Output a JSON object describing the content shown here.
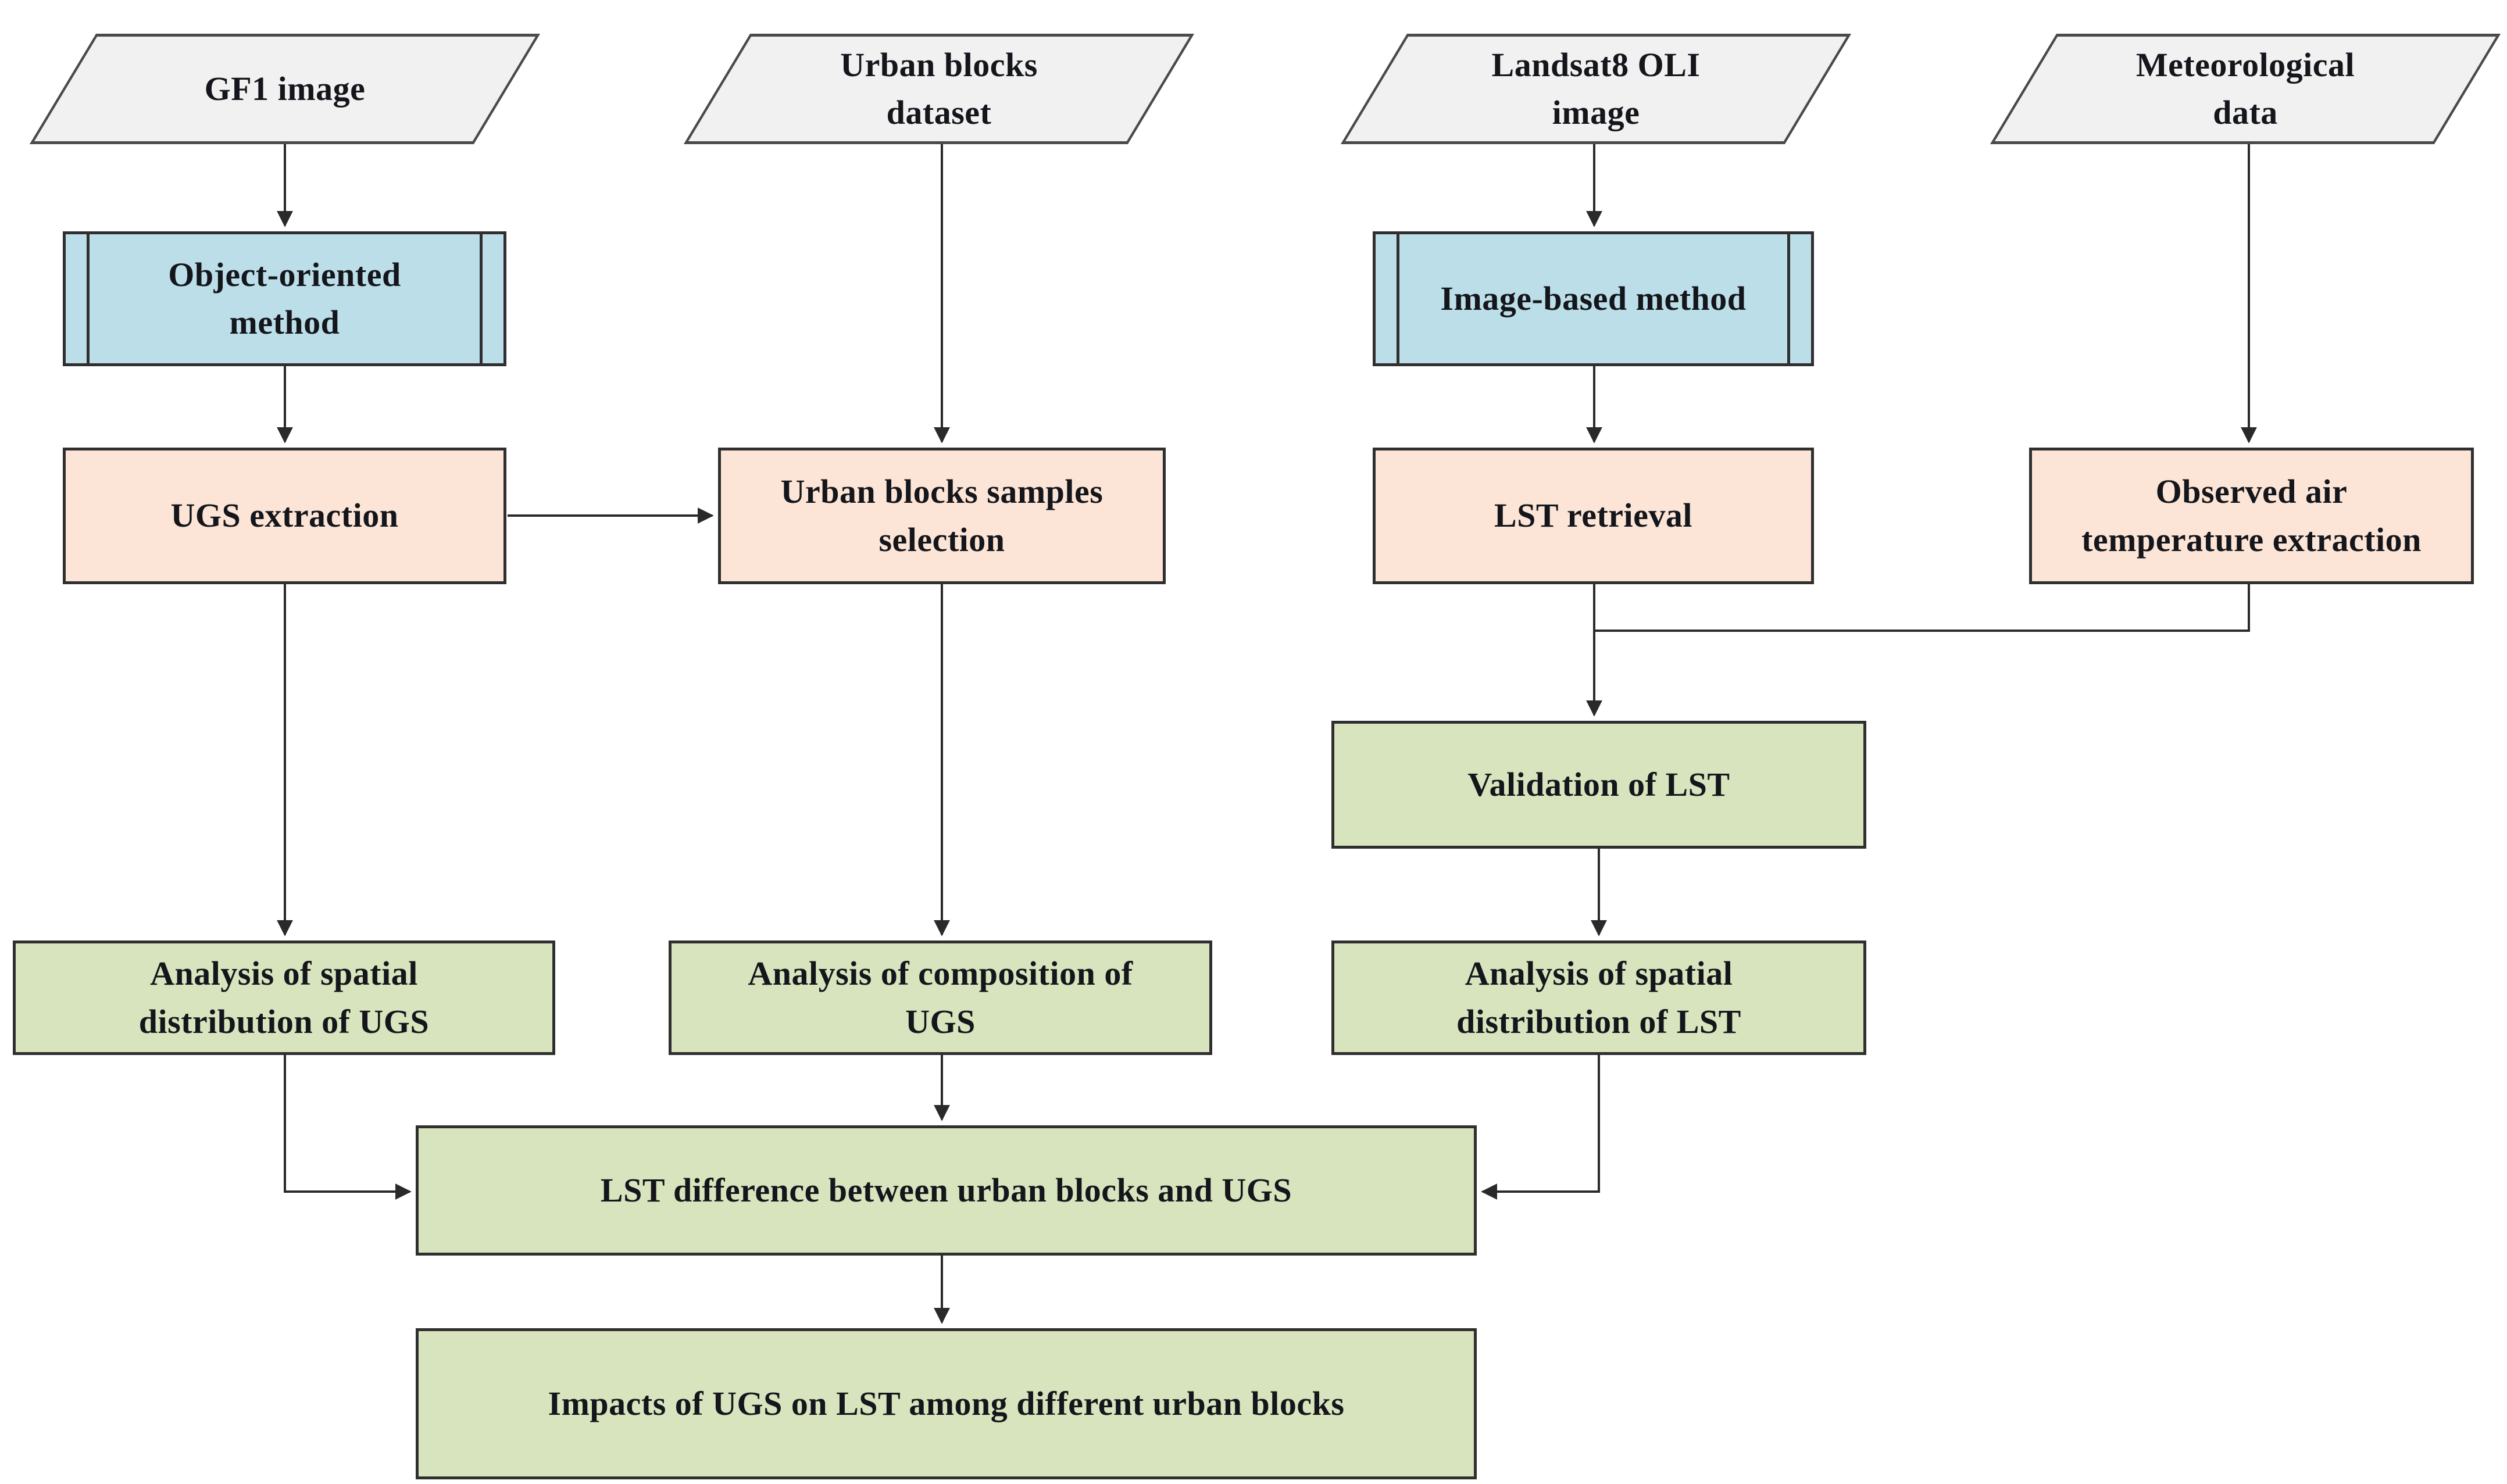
{
  "figure": {
    "type": "flowchart",
    "description": "Research workflow: UGS extraction and LST retrieval combined to analyze LST differences among urban blocks"
  },
  "colors": {
    "input_fill": "#f1f1f1",
    "predefined_process_fill": "#bcdee8",
    "process_fill": "#fce5d6",
    "analysis_fill": "#d8e4bd",
    "box_border": "#2f2f2f",
    "parallelogram_border": "#4a4a4a",
    "arrow": "#2a2a2a",
    "text": "#14161c"
  },
  "nodes": {
    "gf1_image": {
      "shape": "parallelogram",
      "lines": [
        "GF1 image"
      ]
    },
    "urban_blocks_dataset": {
      "shape": "parallelogram",
      "lines": [
        "Urban blocks",
        "dataset"
      ]
    },
    "landsat8_oli_image": {
      "shape": "parallelogram",
      "lines": [
        "Landsat8 OLI",
        "image"
      ]
    },
    "meteorological_data": {
      "shape": "parallelogram",
      "lines": [
        "Meteorological",
        "data"
      ]
    },
    "object_oriented_method": {
      "shape": "predefined-process",
      "lines": [
        "Object-oriented",
        "method"
      ]
    },
    "image_based_method": {
      "shape": "predefined-process",
      "lines": [
        "Image-based method"
      ]
    },
    "ugs_extraction": {
      "shape": "process",
      "lines": [
        "UGS extraction"
      ]
    },
    "urban_blocks_samples_selection": {
      "shape": "process",
      "lines": [
        "Urban blocks samples",
        "selection"
      ]
    },
    "lst_retrieval": {
      "shape": "process",
      "lines": [
        "LST retrieval"
      ]
    },
    "observed_air_temperature_extraction": {
      "shape": "process",
      "lines": [
        "Observed air",
        "temperature extraction"
      ]
    },
    "validation_of_lst": {
      "shape": "analysis",
      "lines": [
        "Validation of LST"
      ]
    },
    "analysis_spatial_ugs": {
      "shape": "analysis",
      "lines": [
        "Analysis of spatial",
        "distribution of UGS"
      ]
    },
    "analysis_composition_ugs": {
      "shape": "analysis",
      "lines": [
        "Analysis of composition of",
        "UGS"
      ]
    },
    "analysis_spatial_lst": {
      "shape": "analysis",
      "lines": [
        "Analysis of spatial",
        "distribution of LST"
      ]
    },
    "lst_difference": {
      "shape": "analysis",
      "lines": [
        "LST difference between urban blocks and UGS"
      ]
    },
    "impacts_of_ugs": {
      "shape": "analysis",
      "lines": [
        "Impacts of UGS on LST among different urban blocks"
      ]
    }
  },
  "edges": [
    {
      "from": "gf1_image",
      "to": "object_oriented_method"
    },
    {
      "from": "object_oriented_method",
      "to": "ugs_extraction"
    },
    {
      "from": "urban_blocks_dataset",
      "to": "urban_blocks_samples_selection"
    },
    {
      "from": "landsat8_oli_image",
      "to": "image_based_method"
    },
    {
      "from": "image_based_method",
      "to": "lst_retrieval"
    },
    {
      "from": "meteorological_data",
      "to": "observed_air_temperature_extraction"
    },
    {
      "from": "ugs_extraction",
      "to": "urban_blocks_samples_selection"
    },
    {
      "from": "ugs_extraction",
      "to": "analysis_spatial_ugs"
    },
    {
      "from": "urban_blocks_samples_selection",
      "to": "analysis_composition_ugs"
    },
    {
      "from": "lst_retrieval",
      "to": "validation_of_lst"
    },
    {
      "from": "observed_air_temperature_extraction",
      "to": "validation_of_lst"
    },
    {
      "from": "validation_of_lst",
      "to": "analysis_spatial_lst"
    },
    {
      "from": "analysis_spatial_ugs",
      "to": "lst_difference"
    },
    {
      "from": "analysis_composition_ugs",
      "to": "lst_difference"
    },
    {
      "from": "analysis_spatial_lst",
      "to": "lst_difference"
    },
    {
      "from": "lst_difference",
      "to": "impacts_of_ugs"
    }
  ]
}
